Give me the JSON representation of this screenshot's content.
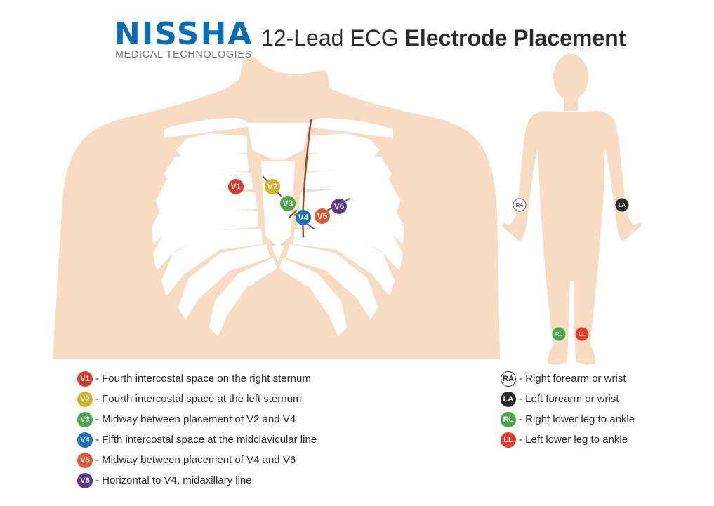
{
  "logo": {
    "word": "NISSHA",
    "subtitle": "MEDICAL TECHNOLOGIES",
    "word_color": "#0a6cb5",
    "subtitle_color": "#777777"
  },
  "title": {
    "light": "12-Lead ECG",
    "bold": "Electrode Placement"
  },
  "colors": {
    "skin": "#f6dcc3",
    "bone": "#ffffff",
    "line": "#8b4a2a"
  },
  "torso_electrodes": [
    {
      "label": "V1",
      "color": "#d63a2f"
    },
    {
      "label": "V2",
      "color": "#d6b028"
    },
    {
      "label": "V3",
      "color": "#4aa64a"
    },
    {
      "label": "V4",
      "color": "#1873b9"
    },
    {
      "label": "V5",
      "color": "#df5a32"
    },
    {
      "label": "V6",
      "color": "#5c3a8e"
    }
  ],
  "limb_electrodes": [
    {
      "label": "RA",
      "fill": "#ffffff",
      "text_color": "#222222",
      "stroke": "#555555"
    },
    {
      "label": "LA",
      "fill": "#2b2b2b",
      "text_color": "#ffffff",
      "stroke": "#2b2b2b"
    },
    {
      "label": "RL",
      "fill": "#4aa64a",
      "text_color": "#ffffff",
      "stroke": "#4aa64a"
    },
    {
      "label": "LL",
      "fill": "#e13b30",
      "text_color": "#ffffff",
      "stroke": "#e13b30"
    }
  ],
  "legend_left": [
    {
      "code": "V1",
      "text": "- Fourth intercostal space on the right sternum",
      "color": "#d63a2f"
    },
    {
      "code": "V2",
      "text": "- Fourth intercostal space at the left sternum",
      "color": "#d6b028"
    },
    {
      "code": "V3",
      "text": "- Midway between placement of V2 and V4",
      "color": "#4aa64a"
    },
    {
      "code": "V4",
      "text": "- Fifth intercostal space at the midclavicular line",
      "color": "#1873b9"
    },
    {
      "code": "V5",
      "text": "- Midway between placement of V4 and V6",
      "color": "#df5a32"
    },
    {
      "code": "V6",
      "text": "- Horizontal to V4, midaxillary line",
      "color": "#5c3a8e"
    }
  ],
  "legend_right": [
    {
      "code": "RA",
      "text": "- Right forearm or wrist",
      "fill": "#ffffff",
      "text_color": "#222222",
      "border": "#222222"
    },
    {
      "code": "LA",
      "text": "- Left forearm or wrist",
      "fill": "#2b2b2b",
      "text_color": "#ffffff",
      "border": "#2b2b2b"
    },
    {
      "code": "RL",
      "text": "- Right lower leg to ankle",
      "fill": "#4aa64a",
      "text_color": "#ffffff",
      "border": "#4aa64a"
    },
    {
      "code": "LL",
      "text": "- Left lower leg to ankle",
      "fill": "#e13b30",
      "text_color": "#ffffff",
      "border": "#e13b30"
    }
  ]
}
